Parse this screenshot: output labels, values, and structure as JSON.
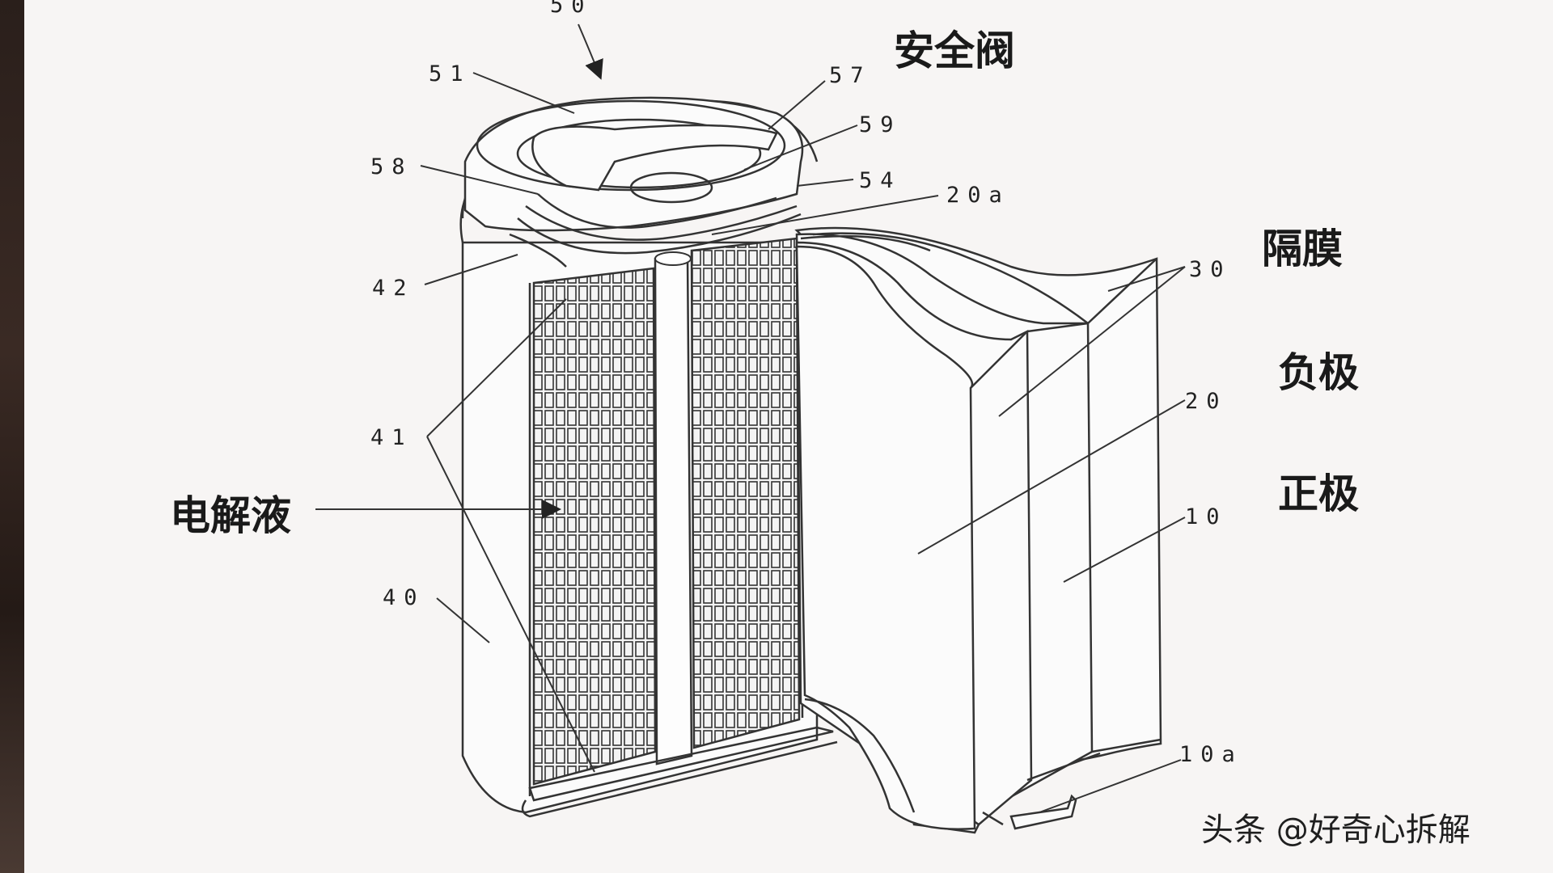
{
  "labels": {
    "l50": "50",
    "l51": "51",
    "l57": "57",
    "l59": "59",
    "l58": "58",
    "l54": "54",
    "l20a": "20a",
    "l42": "42",
    "l41": "41",
    "l40": "40",
    "l30": "30",
    "l20": "20",
    "l10": "10",
    "l10a": "10a"
  },
  "annotations": {
    "safety_valve": "安全阀",
    "separator": "隔膜",
    "negative": "负极",
    "positive": "正极",
    "electrolyte": "电解液"
  },
  "watermark": "头条 @好奇心拆解"
}
